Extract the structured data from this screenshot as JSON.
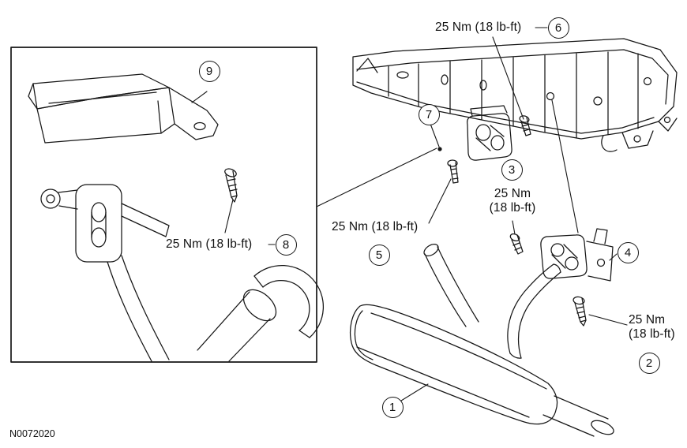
{
  "figure": {
    "code": "N0072020"
  },
  "callouts": {
    "c1": "1",
    "c2": "2",
    "c3": "3",
    "c4": "4",
    "c5": "5",
    "c6": "6",
    "c7": "7",
    "c8": "8",
    "c9": "9"
  },
  "torque_labels": {
    "at6": "25 Nm (18 lb-ft)",
    "at8": "25 Nm (18 lb-ft)",
    "at5": "25 Nm (18 lb-ft)",
    "at3_l1": "25 Nm",
    "at3_l2": "(18 lb-ft)",
    "at2_l1": "25 Nm",
    "at2_l2": "(18 lb-ft)"
  }
}
